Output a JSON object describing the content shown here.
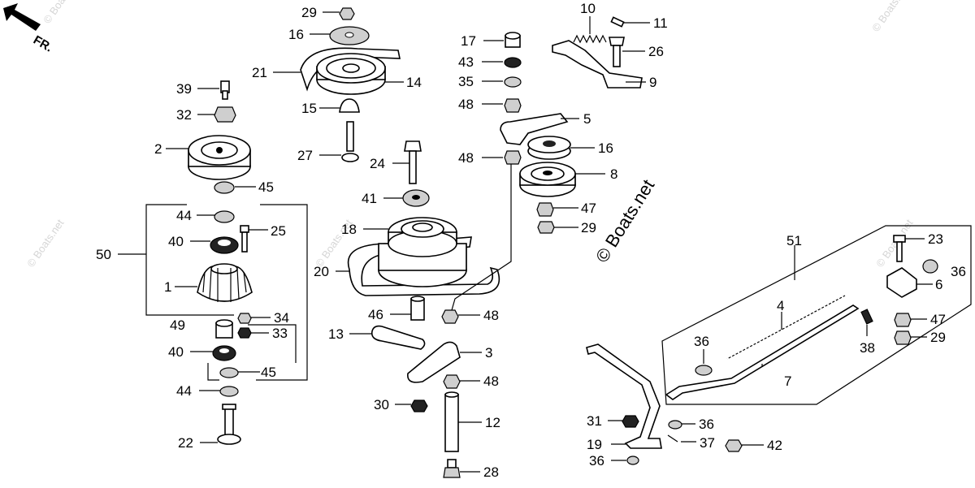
{
  "direction_label": "FR.",
  "watermark": "© Boats.net",
  "callouts": {
    "c1": "1",
    "c2": "2",
    "c3": "3",
    "c5": "5",
    "c6": "6",
    "c7": "7",
    "c8": "8",
    "c9": "9",
    "c10": "10",
    "c11": "11",
    "c12": "12",
    "c13": "13",
    "c14": "14",
    "c15": "15",
    "c16a": "16",
    "c16b": "16",
    "c17": "17",
    "c18": "18",
    "c19": "19",
    "c20": "20",
    "c21": "21",
    "c22": "22",
    "c23": "23",
    "c24": "24",
    "c25": "25",
    "c26": "26",
    "c27": "27",
    "c28": "28",
    "c29a": "29",
    "c29b": "29",
    "c29c": "29",
    "c30": "30",
    "c31": "31",
    "c32": "32",
    "c33": "33",
    "c34": "34",
    "c35": "35",
    "c36a": "36",
    "c36b": "36",
    "c36c": "36",
    "c36d": "36",
    "c37": "37",
    "c38": "38",
    "c39": "39",
    "c40a": "40",
    "c40b": "40",
    "c41": "41",
    "c42": "42",
    "c43": "43",
    "c44a": "44",
    "c44b": "44",
    "c45a": "45",
    "c45b": "45",
    "c46": "46",
    "c47a": "47",
    "c47b": "47",
    "c48a": "48",
    "c48b": "48",
    "c48c": "48",
    "c48d": "48",
    "c49": "49",
    "c50": "50",
    "c51": "51",
    "c4": "4"
  }
}
